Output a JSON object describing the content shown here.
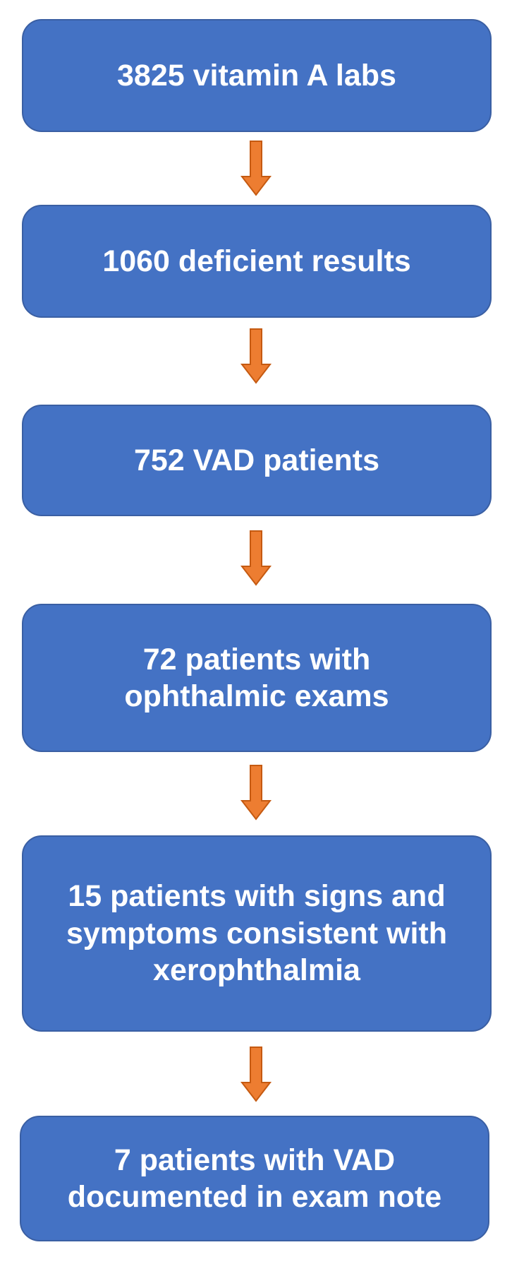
{
  "flowchart": {
    "steps": [
      {
        "label": "3825 vitamin A labs"
      },
      {
        "label": "1060 deficient results"
      },
      {
        "label": "752 VAD patients"
      },
      {
        "label": "72 patients with\nophthalmic exams"
      },
      {
        "label": "15 patients with signs and\nsymptoms consistent with\nxerophthalmia"
      },
      {
        "label": "7 patients with VAD\ndocumented in exam note"
      }
    ],
    "colors": {
      "box_fill": "#4472c4",
      "box_border": "#3a5fa3",
      "box_text": "#ffffff",
      "arrow_fill": "#ed7d31",
      "arrow_outline": "#c55a11"
    },
    "arrow_icon": "down-arrow-icon"
  }
}
